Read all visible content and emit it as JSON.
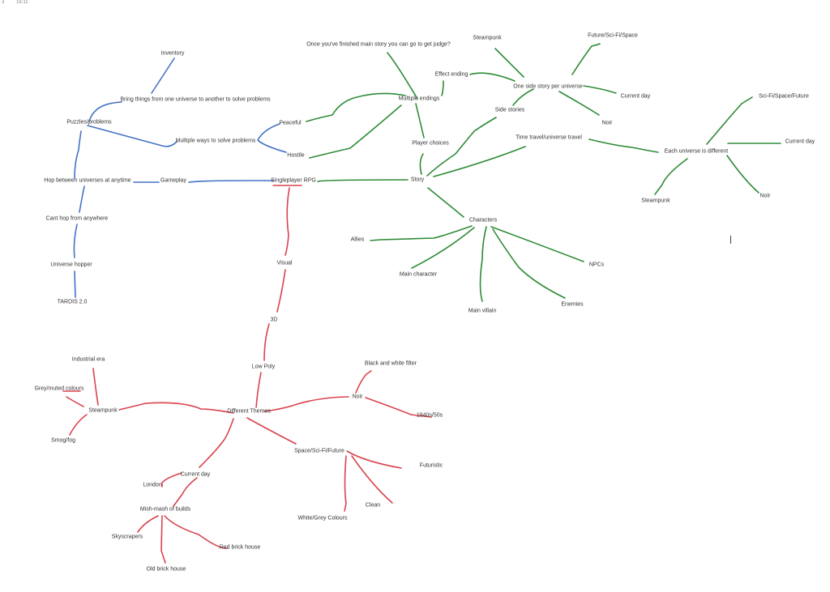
{
  "header": {
    "page": "3",
    "time": "16:11"
  },
  "colors": {
    "gameplay": "#4472c4",
    "story": "#2e8b36",
    "visual": "#d9434e"
  },
  "gameplay": {
    "root": "Singleplayer RPG",
    "nodes": [
      "Inventory",
      "Bring things from one universe to another to solve problems",
      "Puzzles/problems",
      "Multiple ways to solve problems",
      "Peaceful",
      "Hostile",
      "Hop between universes at anytime",
      "Gameplay",
      "Cant hop from anywhere",
      "Universe hopper",
      "TARDIS 2.0"
    ]
  },
  "story": {
    "nodes": [
      "Once you've finished main story you can go to get judge?",
      "Steampunk",
      "Future/Sci-Fi/Space",
      "Effect ending",
      "One side story per universe",
      "Current day",
      "Multiple endings",
      "Side stories",
      "Noir",
      "Player choices",
      "Time travel/universe travel",
      "Story",
      "Sci-Fi/Space/Future",
      "Current day",
      "Each universe is different",
      "Steampunk",
      "Noir",
      "Characters",
      "Allies",
      "NPCs",
      "Main character",
      "Main villain",
      "Enemies"
    ]
  },
  "visual": {
    "nodes": [
      "Visual",
      "3D",
      "Low Poly",
      "Industrial era",
      "Grey/muted colours",
      "Steampunk",
      "Different Themes",
      "Noir",
      "Black and white filter",
      "1940s/50s",
      "Smog/fog",
      "Space/Sci-Fi/Future",
      "Futuristic",
      "Current day",
      "London",
      "Mish-mash of builds",
      "Clean",
      "White/Grey Colours",
      "Skyscrapers",
      "Red brick house",
      "Old brick house"
    ]
  }
}
